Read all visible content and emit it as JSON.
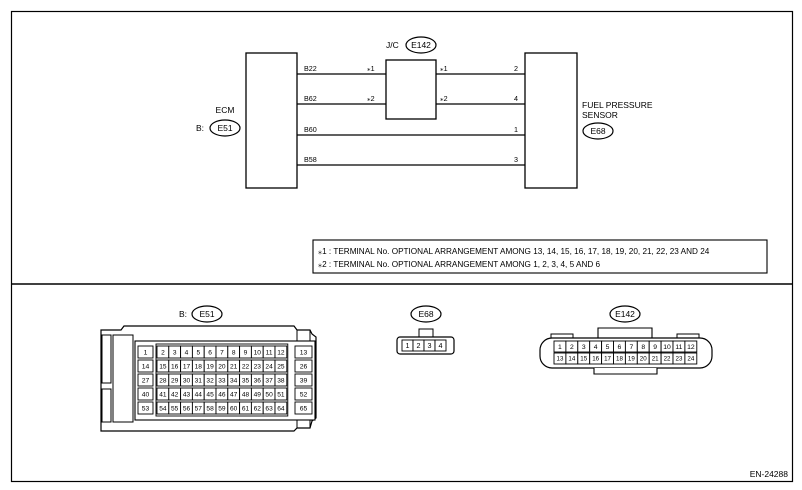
{
  "ecm": {
    "title": "ECM",
    "prefix": "B:",
    "connector": "E51",
    "pins": [
      "B22",
      "B62",
      "B60",
      "B58"
    ]
  },
  "jc": {
    "title": "J/C",
    "connector": "E142",
    "marks": [
      "⁎1",
      "⁎2"
    ]
  },
  "sensor": {
    "title_line1": "FUEL PRESSURE",
    "title_line2": "SENSOR",
    "connector": "E68",
    "pins": [
      "2",
      "4",
      "1",
      "3"
    ]
  },
  "notes": [
    "⁎1 : TERMINAL No. OPTIONAL ARRANGEMENT AMONG 13, 14, 15, 16, 17, 18, 19, 20, 21, 22, 23 AND 24",
    "⁎2 : TERMINAL No. OPTIONAL ARRANGEMENT AMONG 1, 2, 3, 4, 5 AND 6"
  ],
  "connectors": {
    "e51": {
      "prefix": "B:",
      "label": "E51",
      "left_col": [
        "1",
        "14",
        "27",
        "40",
        "53"
      ],
      "right_col": [
        "13",
        "26",
        "39",
        "52",
        "65"
      ],
      "inner_rows": [
        [
          "2",
          "3",
          "4",
          "5",
          "6",
          "7",
          "8",
          "9",
          "10",
          "11",
          "12"
        ],
        [
          "15",
          "16",
          "17",
          "18",
          "19",
          "20",
          "21",
          "22",
          "23",
          "24",
          "25"
        ],
        [
          "28",
          "29",
          "30",
          "31",
          "32",
          "33",
          "34",
          "35",
          "36",
          "37",
          "38"
        ],
        [
          "41",
          "42",
          "43",
          "44",
          "45",
          "46",
          "47",
          "48",
          "49",
          "50",
          "51"
        ],
        [
          "54",
          "55",
          "56",
          "57",
          "58",
          "59",
          "60",
          "61",
          "62",
          "63",
          "64"
        ]
      ]
    },
    "e68": {
      "label": "E68",
      "pins": [
        "1",
        "2",
        "3",
        "4"
      ]
    },
    "e142": {
      "label": "E142",
      "row1": [
        "1",
        "2",
        "3",
        "4",
        "5",
        "6",
        "7",
        "8",
        "9",
        "10",
        "11",
        "12"
      ],
      "row2": [
        "13",
        "14",
        "15",
        "16",
        "17",
        "18",
        "19",
        "20",
        "21",
        "22",
        "23",
        "24"
      ]
    }
  },
  "footer": {
    "code": "EN-24288"
  }
}
